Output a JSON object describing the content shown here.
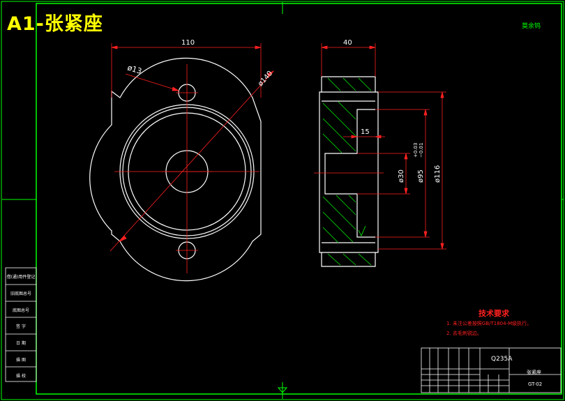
{
  "title": "A1-张紧座",
  "corner_note": "莫余钨",
  "dimensions": {
    "width": "110",
    "hole": "ø13",
    "outer": "ø140",
    "thickness": "40",
    "step": "15",
    "bore": "ø30",
    "fit_base": "ø95",
    "fit_upper": "+0.03",
    "fit_lower": "−0.01",
    "outer_side": "ø116"
  },
  "tech_requirements": {
    "title": "技术要求",
    "lines": [
      "1. 未注公差按照GB/T1804-M级执行。",
      "2. 去毛刺锐边。"
    ]
  },
  "side_stamp": [
    "借(通)用件登记",
    "旧底图总号",
    "底图总号",
    "签  字",
    "日  期",
    "描  图",
    "描  校"
  ],
  "title_block": {
    "material": "Q235A",
    "part_name": "张紧座",
    "drawing_no": "GT-02"
  },
  "colors": {
    "frame": "#00ff00",
    "outline": "#ffffff",
    "dimension": "#ff0000",
    "hatch": "#00c000",
    "title": "#ffff00"
  }
}
